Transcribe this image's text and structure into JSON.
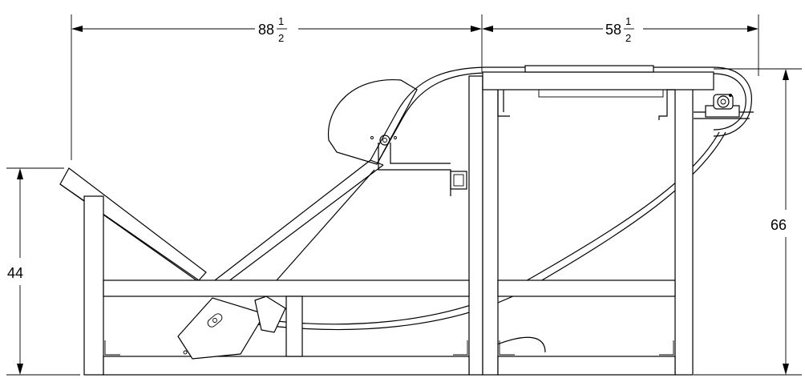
{
  "drawing": {
    "dimensions": {
      "top_left": {
        "whole": "88",
        "num": "1",
        "den": "2"
      },
      "top_right": {
        "whole": "58",
        "num": "1",
        "den": "2"
      },
      "left_height": "44",
      "right_height": "66"
    }
  }
}
